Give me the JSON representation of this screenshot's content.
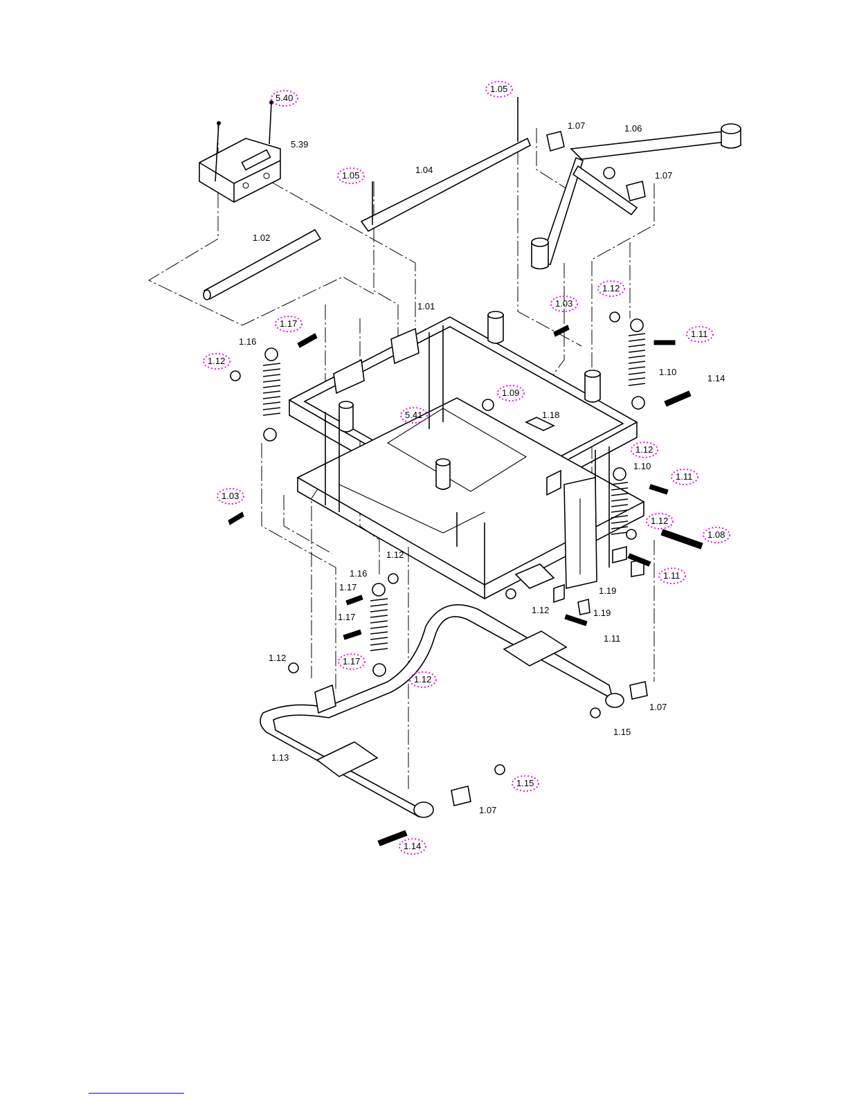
{
  "labels": {
    "c540": "5.40",
    "c539": "5.39",
    "c105a": "1.05",
    "c105b": "1.05",
    "c104": "1.04",
    "c107a": "1.07",
    "c106": "1.06",
    "c107b": "1.07",
    "c102": "1.02",
    "c101": "1.01",
    "c103a": "1.03",
    "c112a": "1.12",
    "c111a": "1.11",
    "c117a": "1.17",
    "c116a": "1.16",
    "c112b": "1.12",
    "c110a": "1.10",
    "c114a": "1.14",
    "c109": "1.09",
    "c541": "5.41",
    "c118": "1.18",
    "c112c": "1.12",
    "c110b": "1.10",
    "c111b": "1.11",
    "c103b": "1.03",
    "c112d": "1.12",
    "c108": "1.08",
    "c112e": "1.12",
    "c111c": "1.11",
    "c116b": "1.16",
    "c117b": "1.17",
    "c119a": "1.19",
    "c117c": "1.17",
    "c112f": "1.12",
    "c119b": "1.19",
    "c111d": "1.11",
    "c112g": "1.12",
    "c117d": "1.17",
    "c112h": "1.12",
    "c107c": "1.07",
    "c115a": "1.15",
    "c113": "1.13",
    "c115b": "1.15",
    "c107d": "1.07",
    "c114b": "1.14"
  },
  "highlight_color": "#ff00ff",
  "footer_rule_color": "#0000ff"
}
